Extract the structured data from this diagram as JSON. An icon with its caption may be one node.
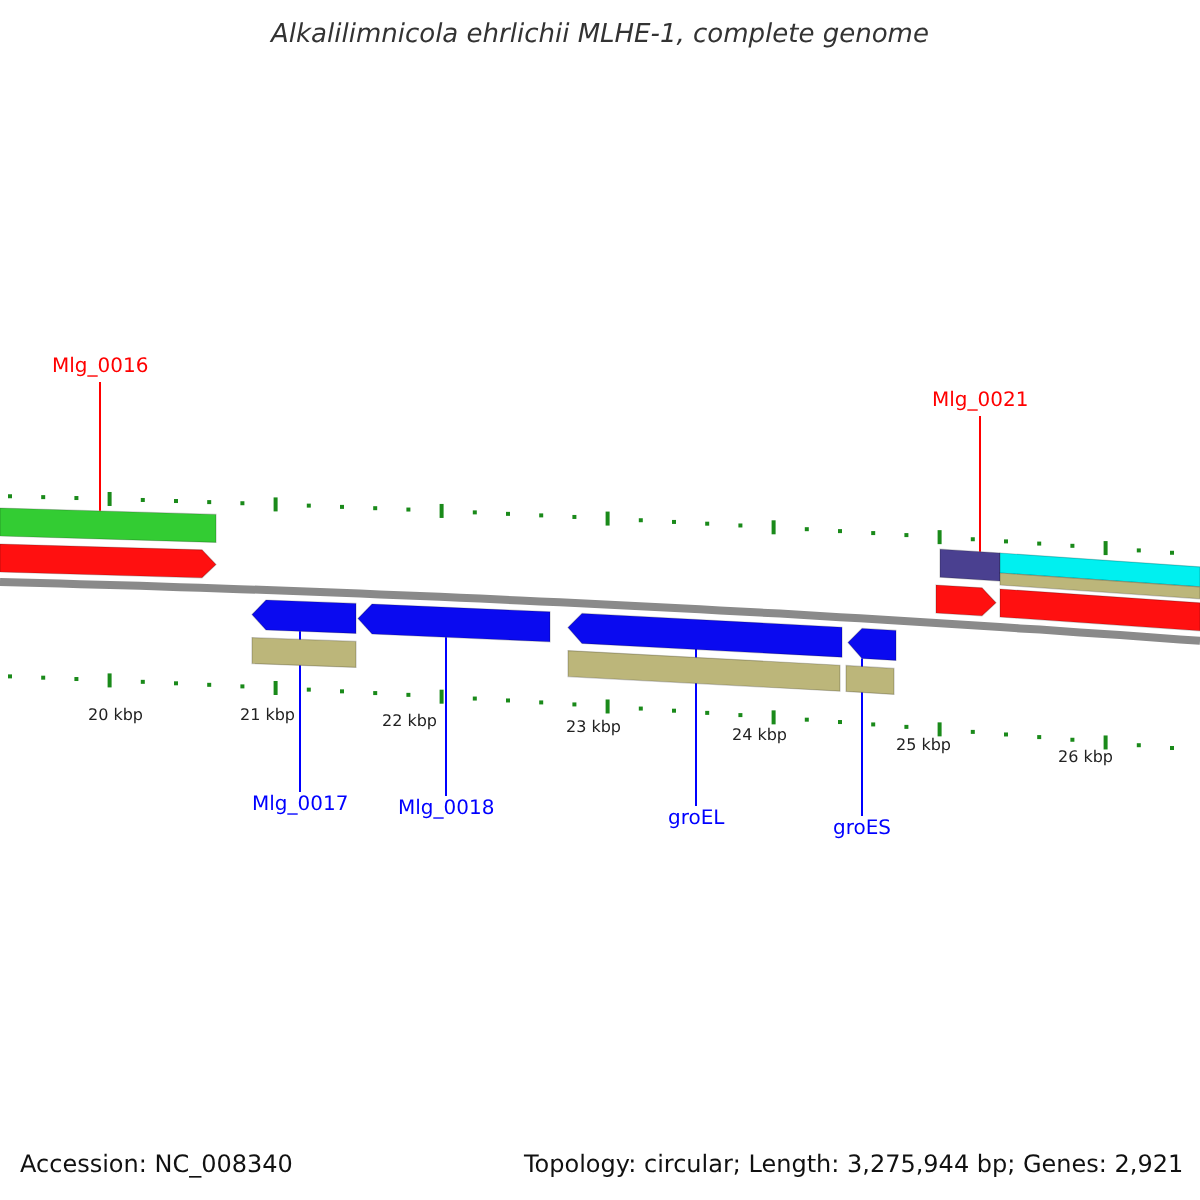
{
  "diagram": {
    "title": "Alkalilimnicola ehrlichii MLHE-1, complete genome",
    "nodes": [
      {
        "text": [
          "Mlg_0016"
        ]
      },
      {
        "text": [],
        "shape": "bar"
      },
      {
        "text": [],
        "shape": "bar"
      },
      {
        "text": [
          "Mlg_0017"
        ]
      },
      {
        "text": [],
        "shape": "bar"
      },
      {
        "text": [],
        "shape": "bar"
      },
      {
        "text": [
          "Mlg_0018"
        ]
      },
      {
        "text": [],
        "shape": "bar"
      },
      {
        "text": [
          "groEL"
        ]
      },
      {
        "text": [],
        "shape": "bar"
      },
      {
        "text": [],
        "shape": "bar"
      },
      {
        "text": [
          "groES"
        ]
      },
      {
        "text": [],
        "shape": "bar"
      },
      {
        "text": [],
        "shape": "bar"
      },
      {
        "text": [
          "Mlg_0021"
        ]
      },
      {
        "text": [],
        "shape": "bar"
      },
      {
        "text": [],
        "shape": "bar"
      },
      {
        "text": [],
        "shape": "bar"
      },
      {
        "text": [],
        "shape": "bar"
      },
      {
        "text": [],
        "shape": "bar"
      }
    ],
    "edges": [
      {
        "from": 0,
        "to": 1,
        "arrow": "none",
        "color": "#ff0000"
      },
      {
        "from": 3,
        "to": 4,
        "arrow": "none"
      },
      {
        "from": 6,
        "to": 7,
        "arrow": "none"
      },
      {
        "from": 8,
        "to": 9,
        "arrow": "none"
      },
      {
        "from": 11,
        "to": 12,
        "arrow": "none"
      },
      {
        "from": 14,
        "to": 15,
        "arrow": "none",
        "color": "#ff0000"
      }
    ],
    "labels": [
      "20 kbp",
      "21 kbp",
      "22 kbp",
      "23 kbp",
      "24 kbp",
      "25 kbp",
      "26 kbp",
      "Accession: NC_008340",
      "Topology: circular; Length: 3,275,944 bp; Genes: 2,921"
    ]
  }
}
